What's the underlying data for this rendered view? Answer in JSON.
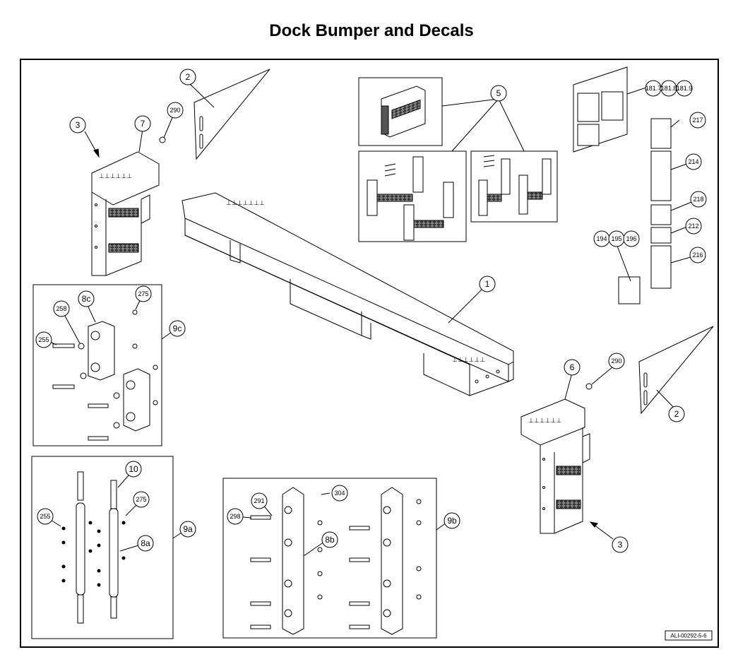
{
  "title": "Dock Bumper and Decals",
  "doc_number": "ALI-00292-5-6",
  "callouts": {
    "c1": "1",
    "c2a": "2",
    "c2b": "2",
    "c3a": "3",
    "c3b": "3",
    "c5": "5",
    "c6": "6",
    "c7": "7",
    "c8a": "8a",
    "c8b": "8b",
    "c8c": "8c",
    "c9a": "9a",
    "c9b": "9b",
    "c9c": "9c",
    "c10": "10",
    "c181_7": "181.7",
    "c181_8": "181.8",
    "c181_9": "181.9",
    "c194": "194",
    "c195": "195",
    "c196": "196",
    "c212": "212",
    "c214": "214",
    "c216": "216",
    "c217": "217",
    "c218": "218",
    "c255a": "255",
    "c255b": "255",
    "c258": "258",
    "c275a": "275",
    "c275b": "275",
    "c290a": "290",
    "c290b": "290",
    "c291": "291",
    "c298": "298",
    "c304": "304"
  }
}
